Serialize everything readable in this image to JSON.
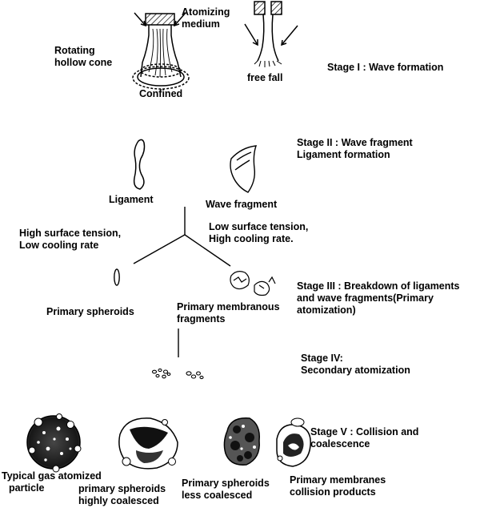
{
  "colors": {
    "ink": "#000000",
    "background": "#ffffff"
  },
  "stage1": {
    "atomizing_medium": [
      "Atomizing",
      "medium"
    ],
    "rotating_hollow_cone": [
      "Rotating",
      "hollow cone"
    ],
    "confined": "Confined",
    "free_fall": "free fall",
    "title": "Stage I : Wave formation"
  },
  "stage2": {
    "title": [
      "Stage II : Wave fragment",
      "Ligament formation"
    ],
    "ligament": "Ligament",
    "wave_fragment": "Wave fragment"
  },
  "branch": {
    "left": [
      "High surface tension,",
      "Low cooling rate"
    ],
    "right": [
      "Low surface tension,",
      "High cooling rate."
    ]
  },
  "stage3": {
    "title": [
      "Stage III : Breakdown of ligaments",
      "and wave fragments(Primary",
      "atomization)"
    ],
    "primary_spheroids": "Primary spheroids",
    "primary_membranous": [
      "Primary membranous",
      "fragments"
    ]
  },
  "stage4": {
    "title": [
      "Stage IV:",
      "Secondary atomization"
    ]
  },
  "stage5": {
    "title": [
      "Stage V : Collision and",
      "coalescence"
    ],
    "typical_gas": [
      "Typical gas atomized",
      "particle"
    ],
    "highly_coalesced": [
      "primary spheroids",
      "highly coalesced"
    ],
    "less_coalesced": [
      "Primary spheroids",
      "less coalesced"
    ],
    "membranes_collision": [
      "Primary membranes",
      "collision products"
    ]
  }
}
